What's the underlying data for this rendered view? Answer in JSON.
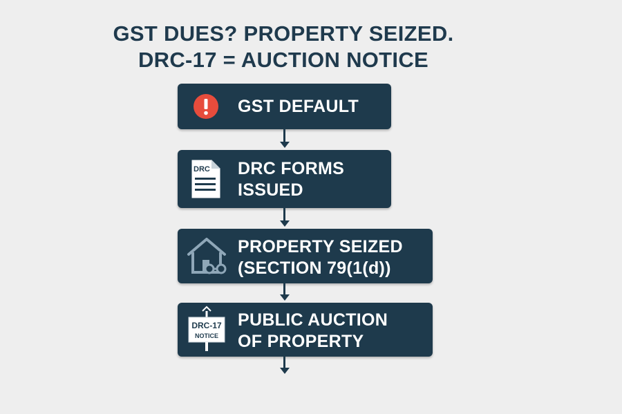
{
  "title": {
    "line1": "GST DUES? PROPERTY SEIZED.",
    "line2": "DRC-17 = AUCTION NOTICE"
  },
  "steps": [
    {
      "label": "GST DEFAULT",
      "icon": "alert-icon"
    },
    {
      "label_line1": "DRC FORMS",
      "label_line2": "ISSUED",
      "icon": "document-icon",
      "icon_text": "DRC"
    },
    {
      "label_line1": "PROPERTY SEIZED",
      "label_line2": "(SECTION 79(1(d))",
      "icon": "house-handcuffs-icon"
    },
    {
      "label_line1": "PUBLIC AUCTION",
      "label_line2": "OF PROPERTY",
      "icon": "notice-sign-icon",
      "icon_text_line1": "DRC-17",
      "icon_text_line2": "NOTICE"
    }
  ],
  "colors": {
    "background": "#eeeeee",
    "box": "#1e3a4c",
    "title": "#1f3a4d",
    "alert": "#e74c3c"
  }
}
